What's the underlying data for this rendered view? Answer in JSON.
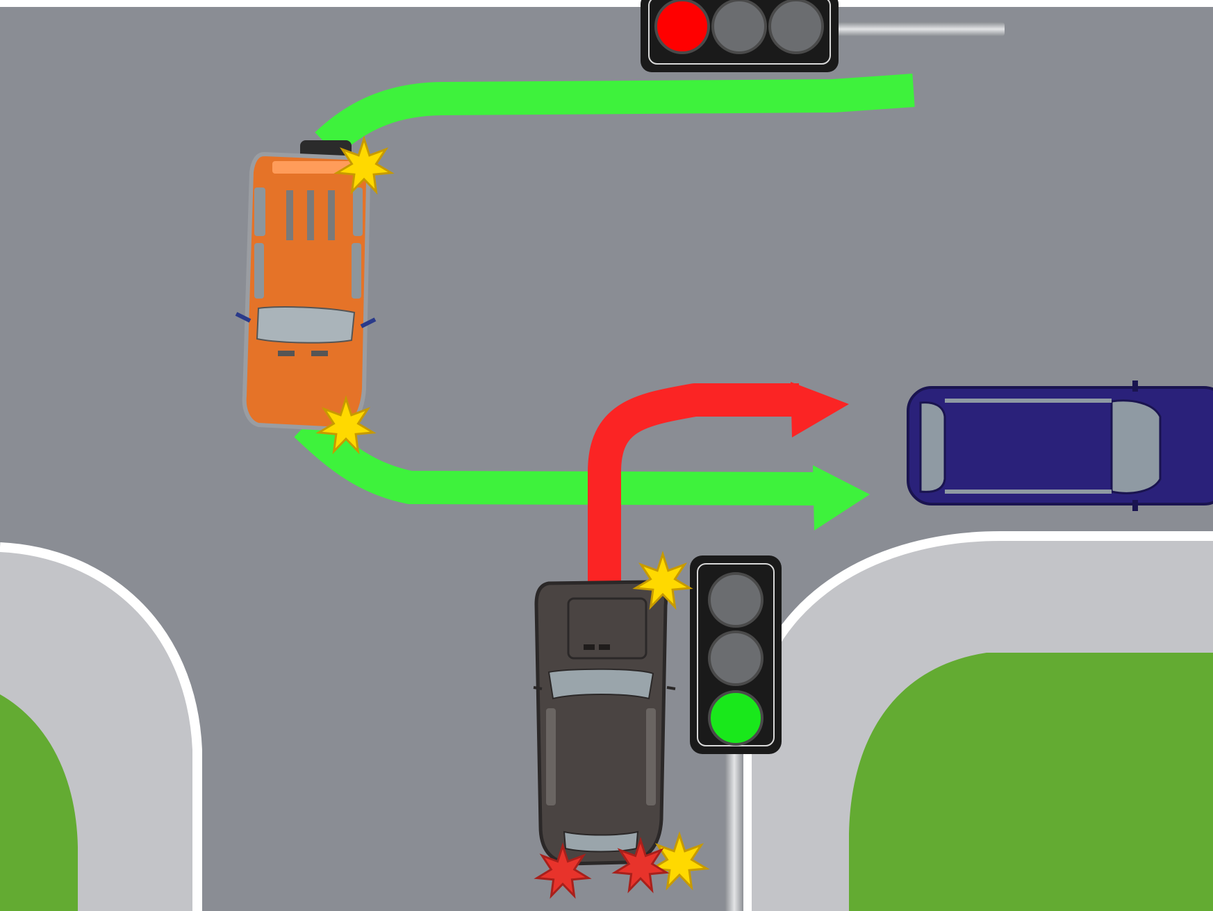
{
  "scene": {
    "type": "traffic-intersection-diagram",
    "colors": {
      "road": "#8a8d94",
      "curb": "#c3c4c8",
      "curb_line": "#ffffff",
      "grass": "#63ab32",
      "path_green": "#3ef23c",
      "path_red": "#fb2424",
      "star_yellow": "#ffd900",
      "star_red": "#e8332b",
      "car_orange": "#e57328",
      "car_dark": "#4a4442",
      "car_blue": "#2a217a",
      "traffic_light_body": "#1a1a1a"
    },
    "traffic_lights": [
      {
        "name": "top-traffic-light",
        "orientation": "horizontal",
        "active": "red",
        "lamps": [
          "red",
          "off",
          "off"
        ]
      },
      {
        "name": "bottom-traffic-light",
        "orientation": "vertical",
        "active": "green",
        "lamps": [
          "off",
          "off",
          "green"
        ]
      }
    ],
    "vehicles": [
      {
        "name": "orange-suv",
        "color": "orange",
        "heading": "south",
        "indicator": "right"
      },
      {
        "name": "dark-car",
        "color": "dark-gray",
        "heading": "north",
        "indicator": "right",
        "brake_lights": true
      },
      {
        "name": "blue-van",
        "color": "navy-blue",
        "heading": "west"
      }
    ],
    "paths": [
      {
        "name": "orange-path-top",
        "color": "green",
        "meaning": "route"
      },
      {
        "name": "orange-path-bottom",
        "color": "green",
        "meaning": "route",
        "arrow": true
      },
      {
        "name": "dark-car-path",
        "color": "red",
        "meaning": "route",
        "arrow": true
      }
    ]
  }
}
